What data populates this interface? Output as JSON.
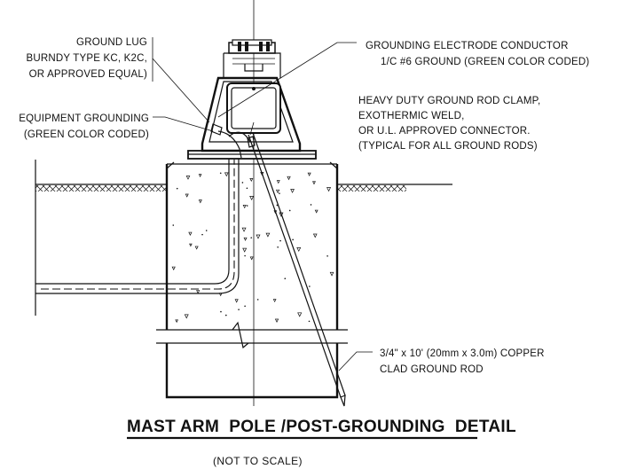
{
  "labels": {
    "ground_lug": [
      "GROUND LUG",
      "BURNDY TYPE KC, K2C,",
      "OR APPROVED EQUAL)"
    ],
    "grounding_electrode": [
      "GROUNDING ELECTRODE CONDUCTOR",
      "1/C #6 GROUND (GREEN COLOR CODED)"
    ],
    "equipment_grounding": [
      "EQUIPMENT GROUNDING",
      "(GREEN COLOR CODED)"
    ],
    "ground_rod_clamp": [
      "HEAVY DUTY GROUND ROD CLAMP,",
      "EXOTHERMIC WELD,",
      "OR U.L. APPROVED CONNECTOR.",
      "(TYPICAL FOR ALL GROUND RODS)"
    ],
    "ground_rod": [
      "3/4\" x 10' (20mm x 3.0m) COPPER",
      "CLAD GROUND ROD"
    ]
  },
  "title": "MAST ARM  POLE /POST-GROUNDING  DETAIL",
  "subtitle": "(NOT TO SCALE)"
}
